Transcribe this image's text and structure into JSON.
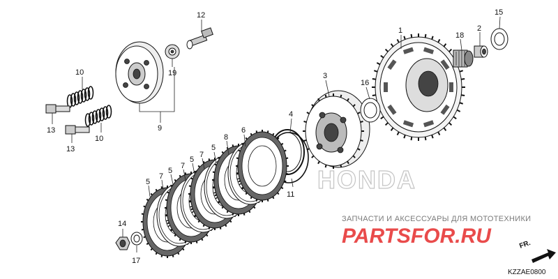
{
  "diagram": {
    "callouts": [
      {
        "id": "c1",
        "text": "1"
      },
      {
        "id": "c2",
        "text": "2"
      },
      {
        "id": "c3",
        "text": "3"
      },
      {
        "id": "c4",
        "text": "4"
      },
      {
        "id": "c5a",
        "text": "5"
      },
      {
        "id": "c5b",
        "text": "5"
      },
      {
        "id": "c5c",
        "text": "5"
      },
      {
        "id": "c5d",
        "text": "5"
      },
      {
        "id": "c6",
        "text": "6"
      },
      {
        "id": "c7a",
        "text": "7"
      },
      {
        "id": "c7b",
        "text": "7"
      },
      {
        "id": "c7c",
        "text": "7"
      },
      {
        "id": "c8",
        "text": "8"
      },
      {
        "id": "c9",
        "text": "9"
      },
      {
        "id": "c10a",
        "text": "10"
      },
      {
        "id": "c10b",
        "text": "10"
      },
      {
        "id": "c11",
        "text": "11"
      },
      {
        "id": "c12",
        "text": "12"
      },
      {
        "id": "c13a",
        "text": "13"
      },
      {
        "id": "c13b",
        "text": "13"
      },
      {
        "id": "c14",
        "text": "14"
      },
      {
        "id": "c15",
        "text": "15"
      },
      {
        "id": "c16",
        "text": "16"
      },
      {
        "id": "c17",
        "text": "17"
      },
      {
        "id": "c18",
        "text": "18"
      },
      {
        "id": "c19",
        "text": "19"
      }
    ],
    "brand_watermark": "HONDA",
    "direction_label": "FR.",
    "diagram_code": "KZZAE0800"
  },
  "watermark": {
    "tagline": "ЗАПЧАСТИ И АКСЕССУАРЫ ДЛЯ МОТОТЕХНИКИ",
    "site": "PARTSFOR.RU",
    "tagline_color": "#7a7a7a",
    "site_color": "#e94b4b"
  }
}
